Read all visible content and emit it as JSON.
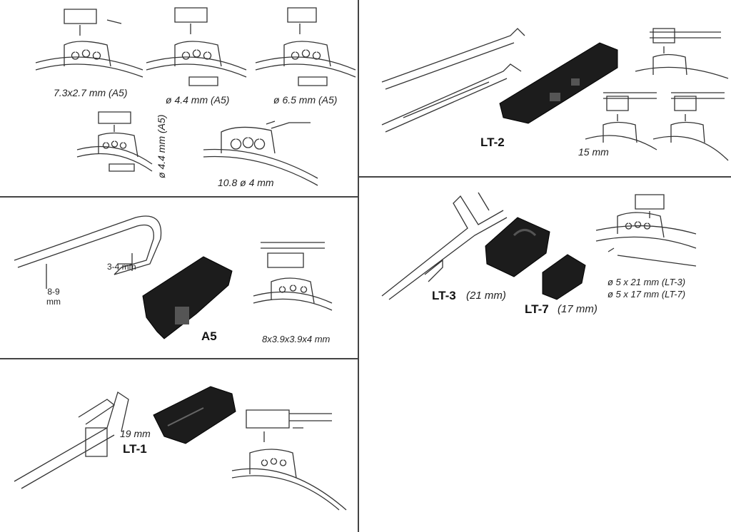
{
  "panels": {
    "a5_mounts": {
      "labels": [
        "7.3x2.7 mm (A5)",
        "ø 4.4 mm (A5)",
        "ø 6.5 mm (A5)",
        "ø 4.4 mm (A5)",
        "10.8 ø 4 mm"
      ]
    },
    "a5": {
      "name": "A5",
      "dims": [
        "8-9 mm",
        "3-4 mm"
      ],
      "size": "8x3.9x3.9x4 mm"
    },
    "lt1": {
      "name": "LT-1",
      "size": "19 mm"
    },
    "lt2": {
      "name": "LT-2",
      "size": "15 mm"
    },
    "lt3_lt7": {
      "lt3_name": "LT-3",
      "lt3_size": "(21 mm)",
      "lt7_name": "LT-7",
      "lt7_size": "(17 mm)",
      "specs": [
        "ø 5 x 21 mm (LT-3)",
        "ø 5 x 17 mm (LT-7)"
      ]
    }
  }
}
